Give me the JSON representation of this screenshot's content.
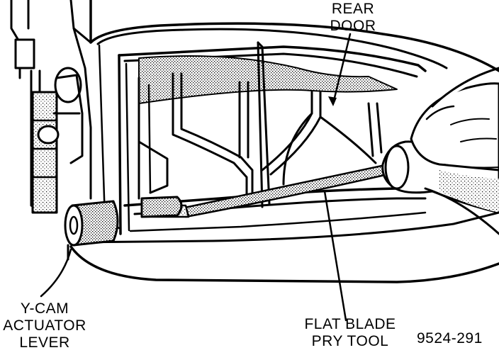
{
  "labels": {
    "rear_door": [
      "REAR",
      "DOOR"
    ],
    "ycam_lever": [
      "Y-CAM",
      "ACTUATOR",
      "LEVER"
    ],
    "flat_blade": [
      "FLAT BLADE",
      "PRY TOOL"
    ],
    "figure_id": "9524-291"
  }
}
